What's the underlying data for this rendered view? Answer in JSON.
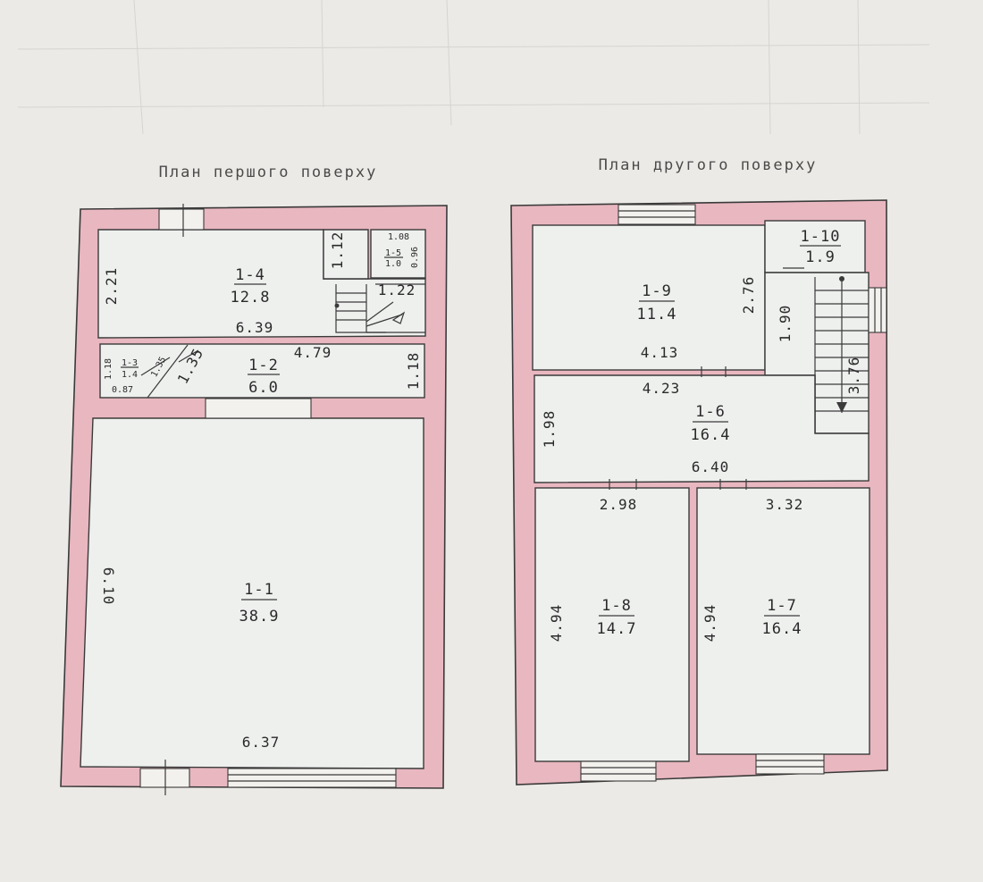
{
  "plans": {
    "first_floor": {
      "title": "План першого поверху",
      "rooms": {
        "r1_4": {
          "id": "1-4",
          "area": "12.8"
        },
        "r1_5": {
          "id": "1-5",
          "area": "1.0"
        },
        "r1_2": {
          "id": "1-2",
          "area": "6.0"
        },
        "r1_3": {
          "id": "1-3",
          "area": "1.4"
        },
        "r1_1": {
          "id": "1-1",
          "area": "38.9"
        }
      },
      "dims": {
        "d_2_21": "2.21",
        "d_1_12": "1.12",
        "d_1_08": "1.08",
        "d_0_96": "0.96",
        "d_1_22": "1.22",
        "d_6_39": "6.39",
        "d_4_79": "4.79",
        "d_1_18a": "1.18",
        "d_1_18b": "1.18",
        "d_0_87": "0.87",
        "d_1_35a": "1.35",
        "d_1_35b": "1.35",
        "d_6_10": "6.10",
        "d_6_37": "6.37"
      }
    },
    "second_floor": {
      "title": "План другого поверху",
      "rooms": {
        "r1_9": {
          "id": "1-9",
          "area": "11.4"
        },
        "r1_10": {
          "id": "1-10",
          "area": "1.9"
        },
        "r1_6": {
          "id": "1-6",
          "area": "16.4"
        },
        "r1_8": {
          "id": "1-8",
          "area": "14.7"
        },
        "r1_7": {
          "id": "1-7",
          "area": "16.4"
        }
      },
      "dims": {
        "d_2_76": "2.76",
        "d_1_90": "1.90",
        "d_4_13": "4.13",
        "d_4_23": "4.23",
        "d_3_76": "3.76",
        "d_1_98": "1.98",
        "d_6_40": "6.40",
        "d_2_98": "2.98",
        "d_3_32": "3.32",
        "d_4_94a": "4.94",
        "d_4_94b": "4.94"
      }
    }
  },
  "colors": {
    "wall_fill": "#e9b7c0",
    "line": "#3a3a3a",
    "paper": "#eceae6"
  }
}
